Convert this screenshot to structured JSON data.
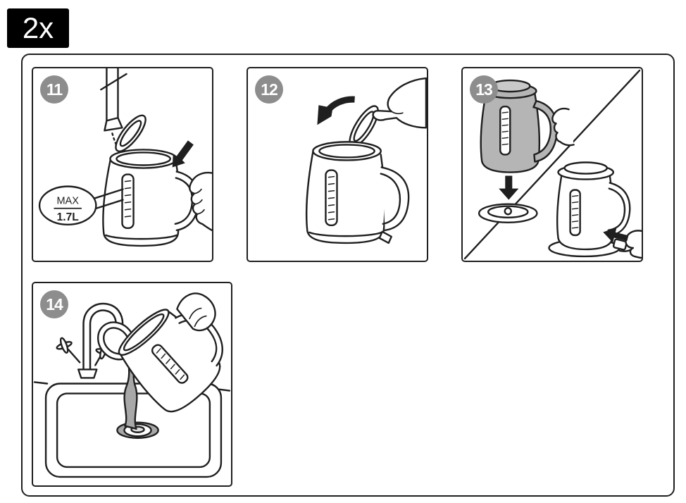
{
  "page": {
    "quantity_badge": "2x",
    "colors": {
      "background": "#ffffff",
      "line": "#1f1f1f",
      "quantity_badge_bg": "#000000",
      "quantity_badge_text": "#ffffff",
      "step_badge_bg": "#8d8d8d",
      "step_badge_text": "#ffffff",
      "gray_kettle_fill": "#b5b5b5",
      "water_gray": "#a8a8a8"
    }
  },
  "panels": [
    {
      "step": "11",
      "illustration": "fill-kettle-under-tap",
      "callout": {
        "line1": "MAX",
        "line2": "1.7L"
      }
    },
    {
      "step": "12",
      "illustration": "close-kettle-lid"
    },
    {
      "step": "13",
      "illustration": "place-kettle-on-base-and-plug-in"
    },
    {
      "step": "14",
      "illustration": "pour-water-out-into-sink"
    }
  ]
}
